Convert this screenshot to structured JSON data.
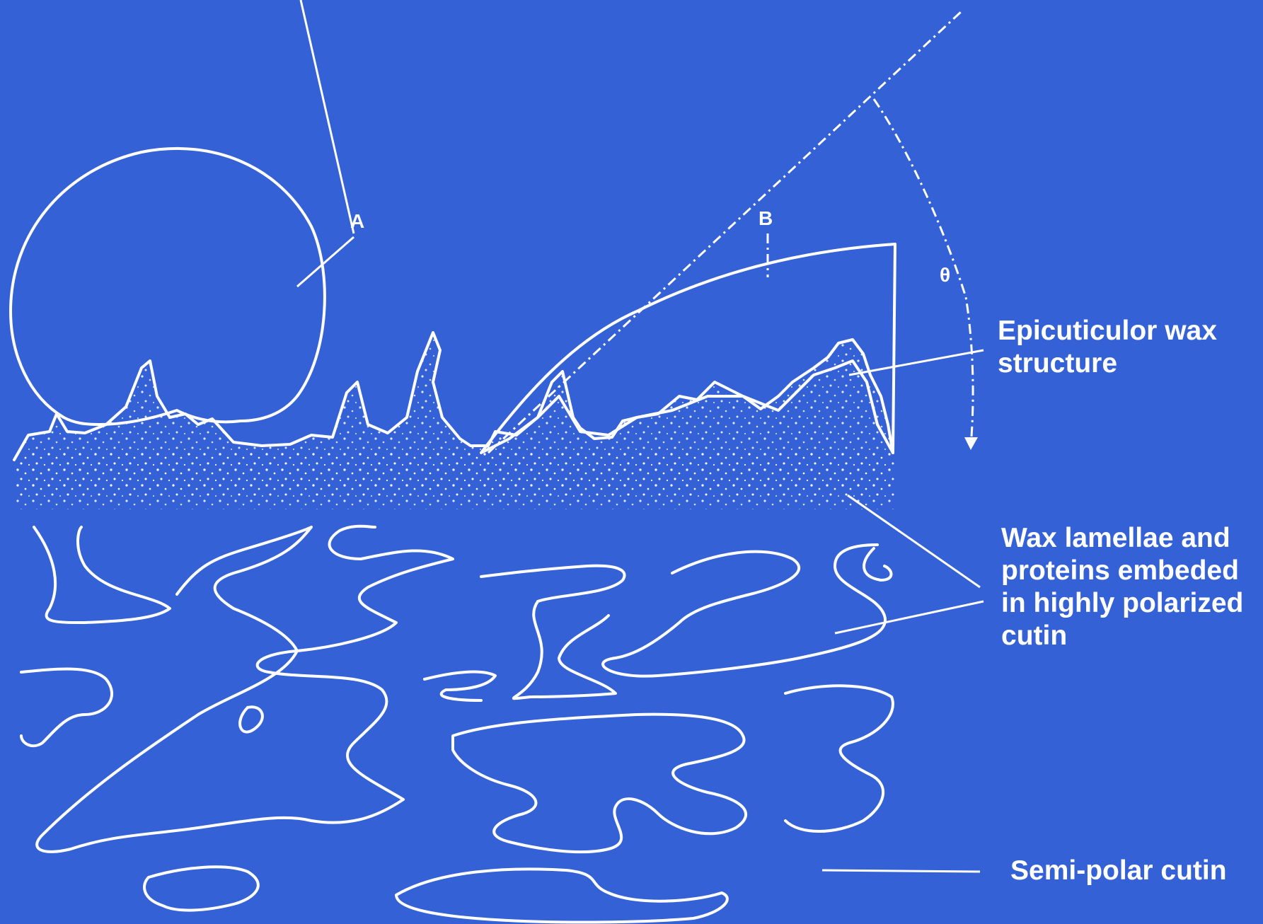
{
  "labels": {
    "epicuticular": [
      "Epicuticulor wax",
      "structure"
    ],
    "lamellae": [
      "Wax lamellae and",
      "proteins embeded",
      "in highly polarized",
      "cutin"
    ],
    "semipolar": "Semi-polar cutin"
  },
  "markers": {
    "a": "A",
    "b": "B",
    "theta": "θ"
  },
  "colors": {
    "background": "#3461d6",
    "ink": "#ffffff"
  }
}
